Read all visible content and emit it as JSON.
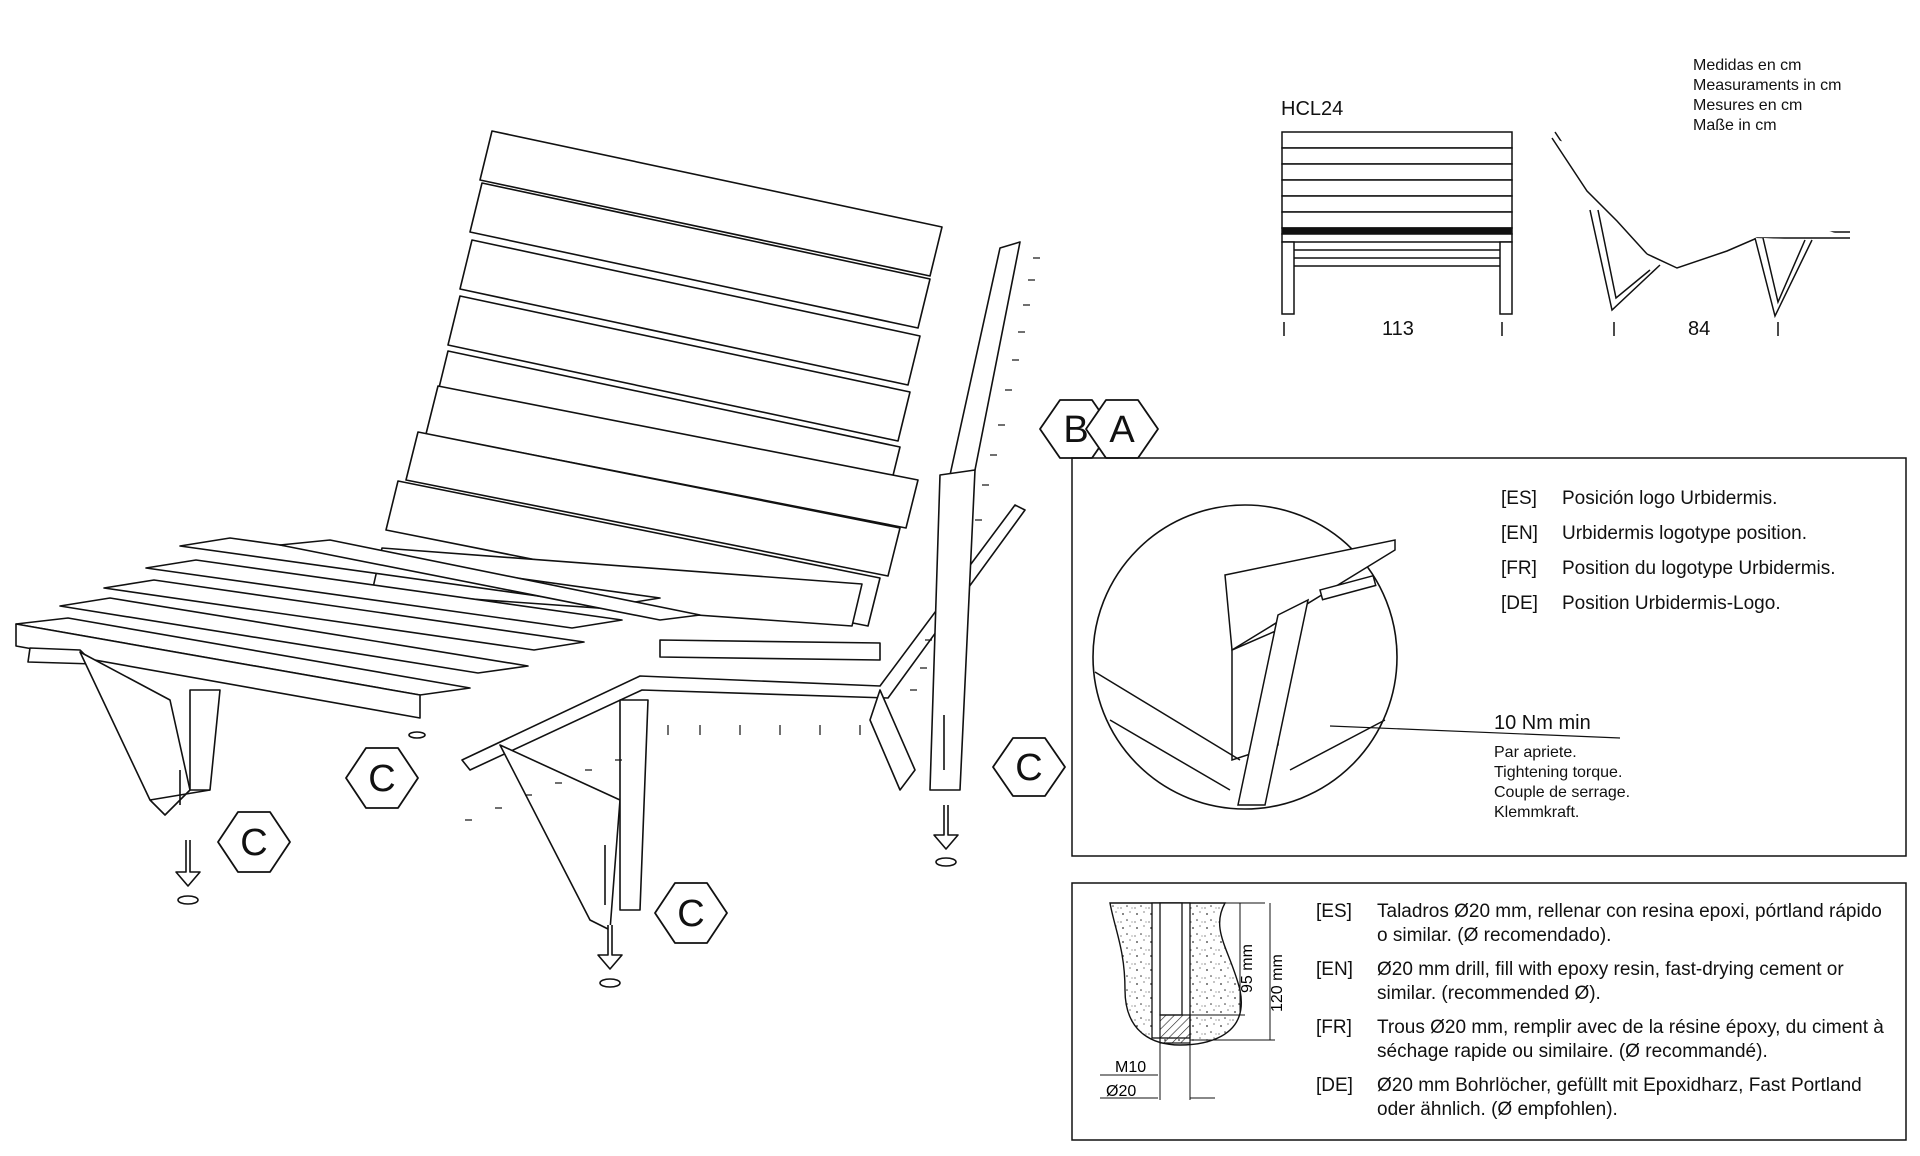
{
  "model": "HCL24",
  "units": [
    "Medidas en cm",
    "Measuraments in cm",
    "Mesures en cm",
    "Maße in cm"
  ],
  "dimensions": {
    "width": "113",
    "depth": "84"
  },
  "callouts": {
    "a": "A",
    "b": "B",
    "c": "C"
  },
  "logo_box": {
    "items": [
      {
        "code": "[ES]",
        "text": "Posición logo Urbidermis."
      },
      {
        "code": "[EN]",
        "text": "Urbidermis logotype position."
      },
      {
        "code": "[FR]",
        "text": "Position du logotype Urbidermis."
      },
      {
        "code": "[DE]",
        "text": "Position Urbidermis-Logo."
      }
    ],
    "torque": {
      "value": "10 Nm min",
      "lines": [
        "Par apriete.",
        "Tightening torque.",
        "Couple de serrage.",
        "Klemmkraft."
      ]
    }
  },
  "anchor_box": {
    "labels": {
      "depth1": "95 mm",
      "depth2": "120 mm",
      "bolt": "M10",
      "hole": "Ø20"
    },
    "items": [
      {
        "code": "[ES]",
        "text": "Taladros Ø20 mm, rellenar con resina epoxi, pórtland rápido o similar. (Ø recomendado)."
      },
      {
        "code": "[EN]",
        "text": "Ø20 mm drill, fill with epoxy resin, fast-drying cement or similar. (recommended Ø)."
      },
      {
        "code": "[FR]",
        "text": "Trous Ø20 mm, remplir avec de la résine époxy, du ciment à séchage rapide ou similaire. (Ø recommandé)."
      },
      {
        "code": "[DE]",
        "text": "Ø20 mm Bohrlöcher, gefüllt mit Epoxidharz, Fast Portland oder ähnlich. (Ø empfohlen)."
      }
    ]
  }
}
